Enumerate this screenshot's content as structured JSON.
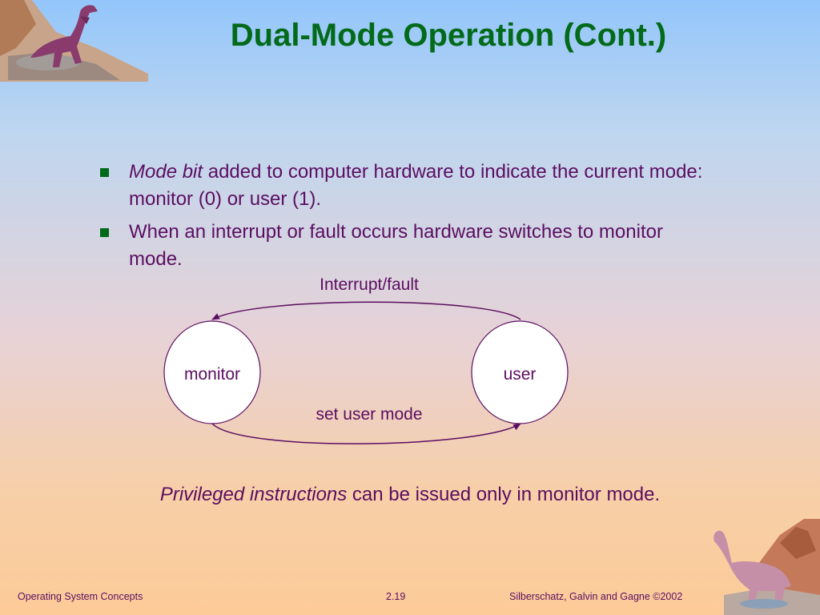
{
  "slide": {
    "title": "Dual-Mode Operation (Cont.)",
    "bullets": [
      {
        "emphasis": "Mode bit",
        "text": " added to computer hardware to indicate the current mode:  monitor (0) or user (1)."
      },
      {
        "emphasis": "",
        "text": "When an interrupt or fault occurs hardware switches to monitor mode."
      }
    ],
    "diagram": {
      "states": [
        "monitor",
        "user"
      ],
      "top_edge_label": "Interrupt/fault",
      "bottom_edge_label": "set user mode"
    },
    "note": {
      "emphasis": "Privileged instructions",
      "text": " can be issued only in monitor mode."
    },
    "footer": {
      "left": "Operating System Concepts",
      "center": "2.19",
      "right": "Silberschatz, Galvin and  Gagne ©2002"
    }
  },
  "colors": {
    "title": "#036a1a",
    "text": "#5b0e61",
    "bullet": "#006a1a",
    "diagram_line": "#5b0e61"
  }
}
